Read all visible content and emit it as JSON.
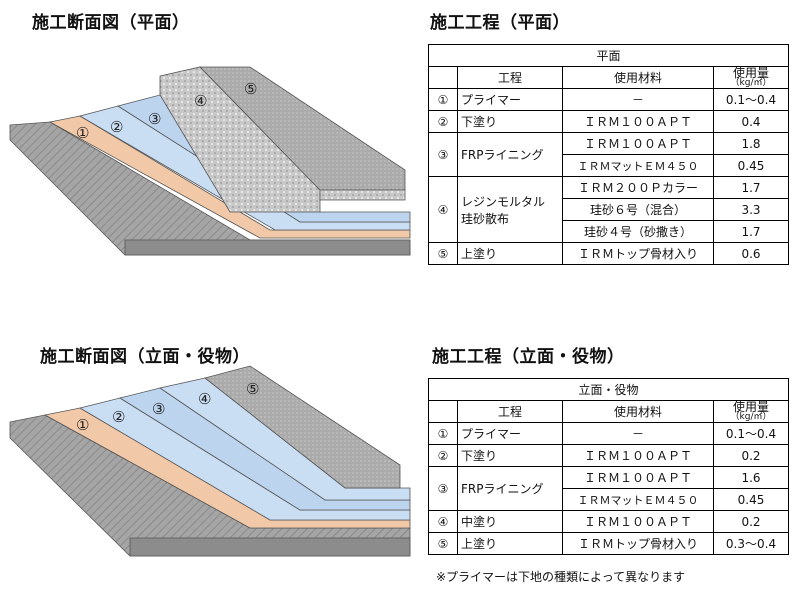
{
  "sections": {
    "plan": {
      "diagram_title": "施工断面図（平面）",
      "table_title": "施工工程（平面）",
      "layer_labels": [
        "①",
        "②",
        "③",
        "④",
        "⑤"
      ]
    },
    "elevation": {
      "diagram_title": "施工断面図（立面・役物）",
      "table_title": "施工工程（立面・役物）",
      "layer_labels": [
        "①",
        "②",
        "③",
        "④",
        "⑤"
      ]
    }
  },
  "table_plan": {
    "caption": "平面",
    "headers": {
      "step": "工程",
      "material": "使用材料",
      "amount": "使用量",
      "unit": "（kg/㎡）"
    },
    "rows": [
      {
        "no": "①",
        "step": "プライマー",
        "material": "－",
        "amount": "0.1～0.4"
      },
      {
        "no": "②",
        "step": "下塗り",
        "material": "ＩＲＭ１００ＡＰＴ",
        "amount": "0.4"
      },
      {
        "no": "③",
        "step": "FRPライニング",
        "materials": [
          "ＩＲＭ１００ＡＰＴ",
          "ＩＲＭマットＥＭ４５０"
        ],
        "amounts": [
          "1.8",
          "0.45"
        ]
      },
      {
        "no": "④",
        "step": "レジンモルタル\n珪砂散布",
        "materials": [
          "ＩＲＭ２００Ｐカラー",
          "珪砂６号（混合）",
          "珪砂４号（砂撒き）"
        ],
        "amounts": [
          "1.7",
          "3.3",
          "1.7"
        ]
      },
      {
        "no": "⑤",
        "step": "上塗り",
        "material": "ＩＲＭトップ骨材入り",
        "amount": "0.6"
      }
    ]
  },
  "table_elevation": {
    "caption": "立面・役物",
    "headers": {
      "step": "工程",
      "material": "使用材料",
      "amount": "使用量",
      "unit": "（kg/㎡）"
    },
    "rows": [
      {
        "no": "①",
        "step": "プライマー",
        "material": "－",
        "amount": "0.1～0.4"
      },
      {
        "no": "②",
        "step": "下塗り",
        "material": "ＩＲＭ１００ＡＰＴ",
        "amount": "0.2"
      },
      {
        "no": "③",
        "step": "FRPライニング",
        "materials": [
          "ＩＲＭ１００ＡＰＴ",
          "ＩＲＭマットＥＭ４５０"
        ],
        "amounts": [
          "1.6",
          "0.45"
        ]
      },
      {
        "no": "④",
        "step": "中塗り",
        "material": "ＩＲＭ１００ＡＰＴ",
        "amount": "0.2"
      },
      {
        "no": "⑤",
        "step": "上塗り",
        "material": "ＩＲＭトップ骨材入り",
        "amount": "0.3～0.4"
      }
    ]
  },
  "note": "※プライマーは下地の種類によって異なります",
  "colors": {
    "substrate": "#9a9a9a",
    "primer": "#f2c9a8",
    "base": "#c9ddf3",
    "frp": "#bcd4ee",
    "mortar": "#d0d0d0",
    "top": "#a8a8a8"
  }
}
